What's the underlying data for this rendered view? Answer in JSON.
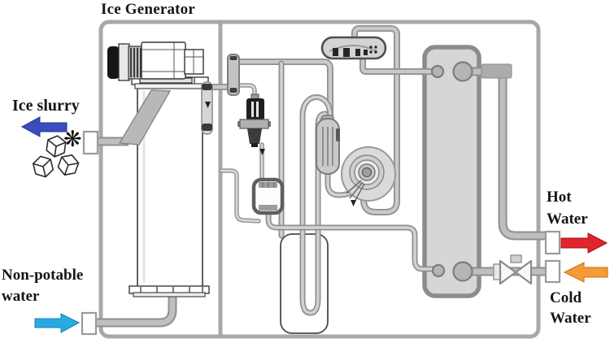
{
  "title": "Ice Generator",
  "labels": {
    "ice_slurry": "Ice slurry",
    "non_potable": {
      "line1": "Non-potable",
      "line2": "water"
    },
    "hot_water": {
      "line1": "Hot",
      "line2": "Water"
    },
    "cold_water": {
      "line1": "Cold",
      "line2": "Water"
    }
  },
  "icons": {
    "snowflake": "❋"
  },
  "colors": {
    "ice_slurry_arrow": "#3A4CC0",
    "non_potable_arrow": "#29AAE1",
    "hot_water_arrow": "#E2242B",
    "cold_water_arrow": "#F59A38",
    "enclosure": "#A8A8A8",
    "pipe_outline": "#8F8F8F",
    "pipe_fill": "#C9C9C9",
    "heat_exchanger_fill": "#D6D6D6",
    "label_text": "#151515"
  }
}
